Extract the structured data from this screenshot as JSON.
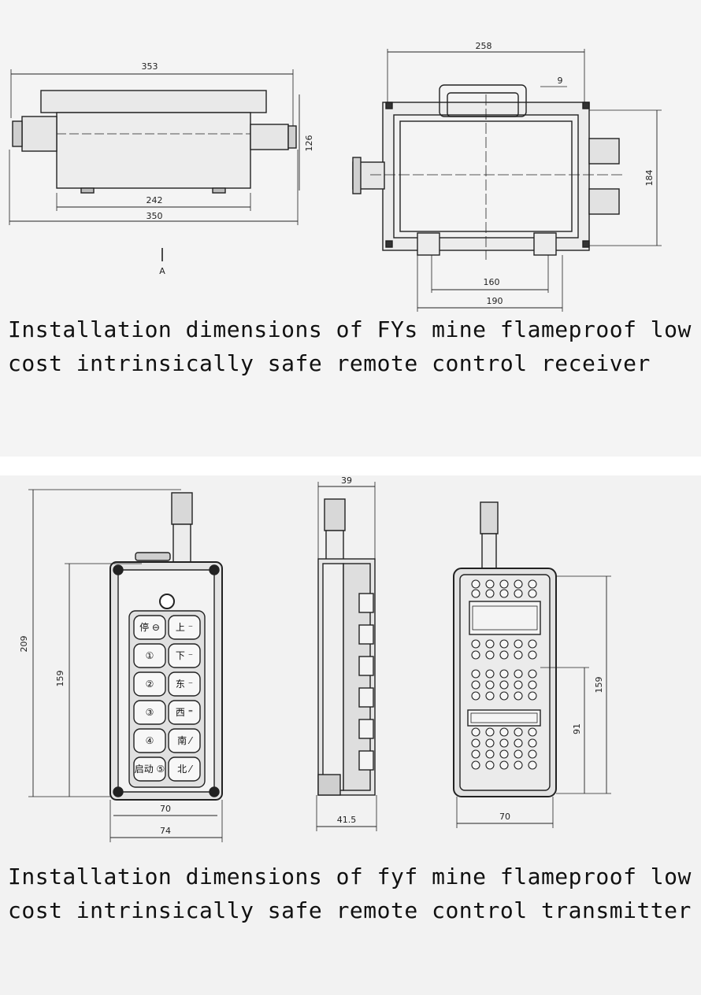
{
  "receiver": {
    "caption": "Installation dimensions of FYs mine flameproof low cost intrinsically safe remote control receiver",
    "dims": {
      "overall_top": "353",
      "height": "126",
      "inner_width": "242",
      "base_width": "350",
      "section_marker": "A",
      "top_width": "258",
      "flange_gap": "9",
      "side_height": "184",
      "foot_inner": "160",
      "foot_outer": "190"
    }
  },
  "transmitter": {
    "caption": "Installation dimensions of fyf mine flameproof low cost intrinsically safe remote control transmitter",
    "dims": {
      "total_height": "209",
      "body_height": "159",
      "inner_width": "70",
      "outer_width": "74",
      "side_thickness": "39",
      "side_base": "41.5",
      "back_height": "159",
      "back_mid": "91",
      "back_width": "70"
    },
    "keys": [
      {
        "left": "停 ⊖",
        "right": "上 ⁻"
      },
      {
        "left": "①",
        "right": "下 ⁻"
      },
      {
        "left": "②",
        "right": "东 ⁻"
      },
      {
        "left": "③",
        "right": "西 ⁼"
      },
      {
        "left": "④",
        "right": "南 ⁄"
      },
      {
        "left": "启动 ⑤",
        "right": "北 ⁄"
      }
    ]
  }
}
